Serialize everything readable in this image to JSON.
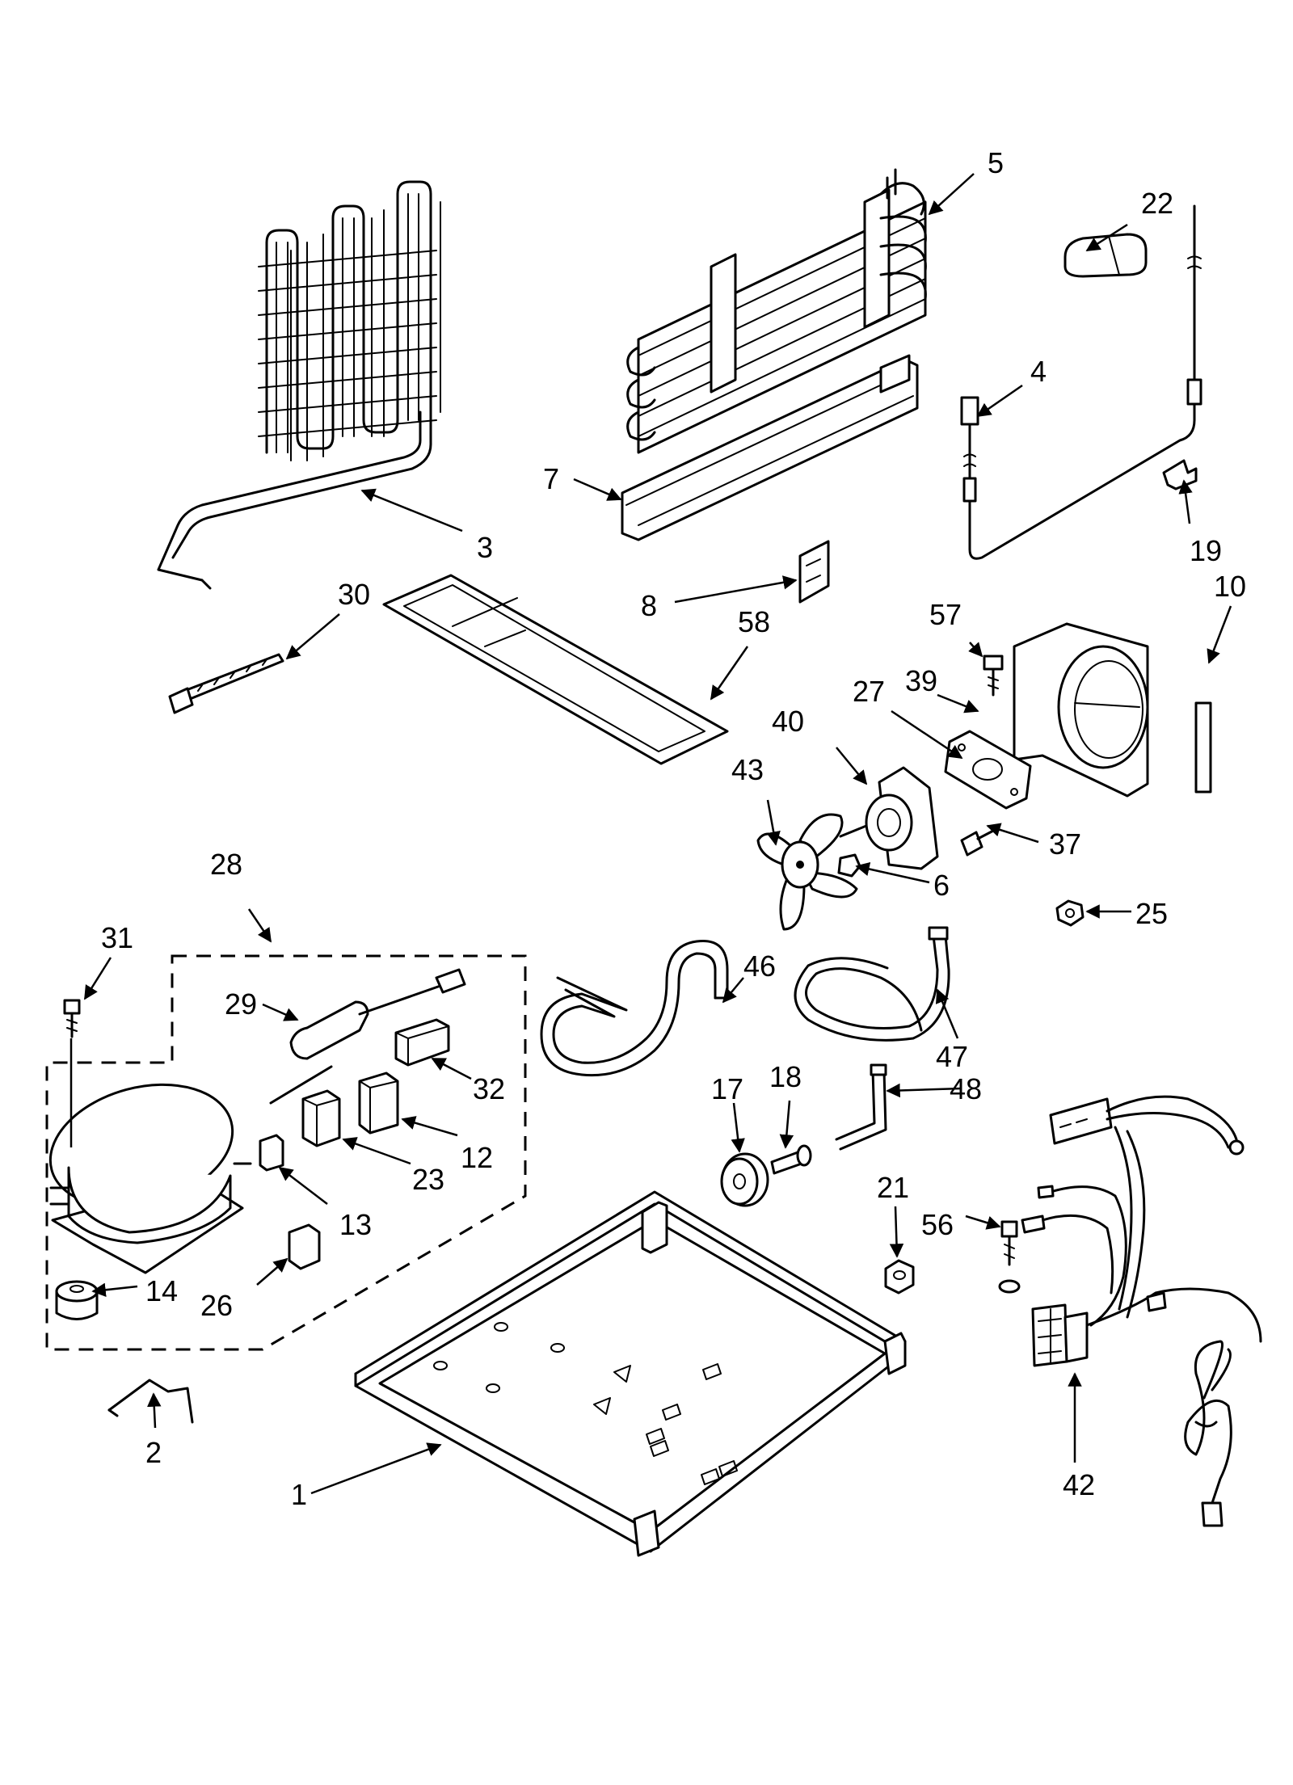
{
  "callouts": [
    {
      "id": "c1",
      "label": "1"
    },
    {
      "id": "c2",
      "label": "2"
    },
    {
      "id": "c3",
      "label": "3"
    },
    {
      "id": "c4",
      "label": "4"
    },
    {
      "id": "c5",
      "label": "5"
    },
    {
      "id": "c6",
      "label": "6"
    },
    {
      "id": "c7",
      "label": "7"
    },
    {
      "id": "c8",
      "label": "8"
    },
    {
      "id": "c10",
      "label": "10"
    },
    {
      "id": "c12",
      "label": "12"
    },
    {
      "id": "c13",
      "label": "13"
    },
    {
      "id": "c14",
      "label": "14"
    },
    {
      "id": "c17",
      "label": "17"
    },
    {
      "id": "c18",
      "label": "18"
    },
    {
      "id": "c19",
      "label": "19"
    },
    {
      "id": "c21",
      "label": "21"
    },
    {
      "id": "c22",
      "label": "22"
    },
    {
      "id": "c23",
      "label": "23"
    },
    {
      "id": "c25",
      "label": "25"
    },
    {
      "id": "c26",
      "label": "26"
    },
    {
      "id": "c27",
      "label": "27"
    },
    {
      "id": "c28",
      "label": "28"
    },
    {
      "id": "c29",
      "label": "29"
    },
    {
      "id": "c30",
      "label": "30"
    },
    {
      "id": "c31",
      "label": "31"
    },
    {
      "id": "c32",
      "label": "32"
    },
    {
      "id": "c37",
      "label": "37"
    },
    {
      "id": "c39",
      "label": "39"
    },
    {
      "id": "c40",
      "label": "40"
    },
    {
      "id": "c42",
      "label": "42"
    },
    {
      "id": "c43",
      "label": "43"
    },
    {
      "id": "c46",
      "label": "46"
    },
    {
      "id": "c47",
      "label": "47"
    },
    {
      "id": "c48",
      "label": "48"
    },
    {
      "id": "c56",
      "label": "56"
    },
    {
      "id": "c57",
      "label": "57"
    },
    {
      "id": "c58",
      "label": "58"
    }
  ]
}
